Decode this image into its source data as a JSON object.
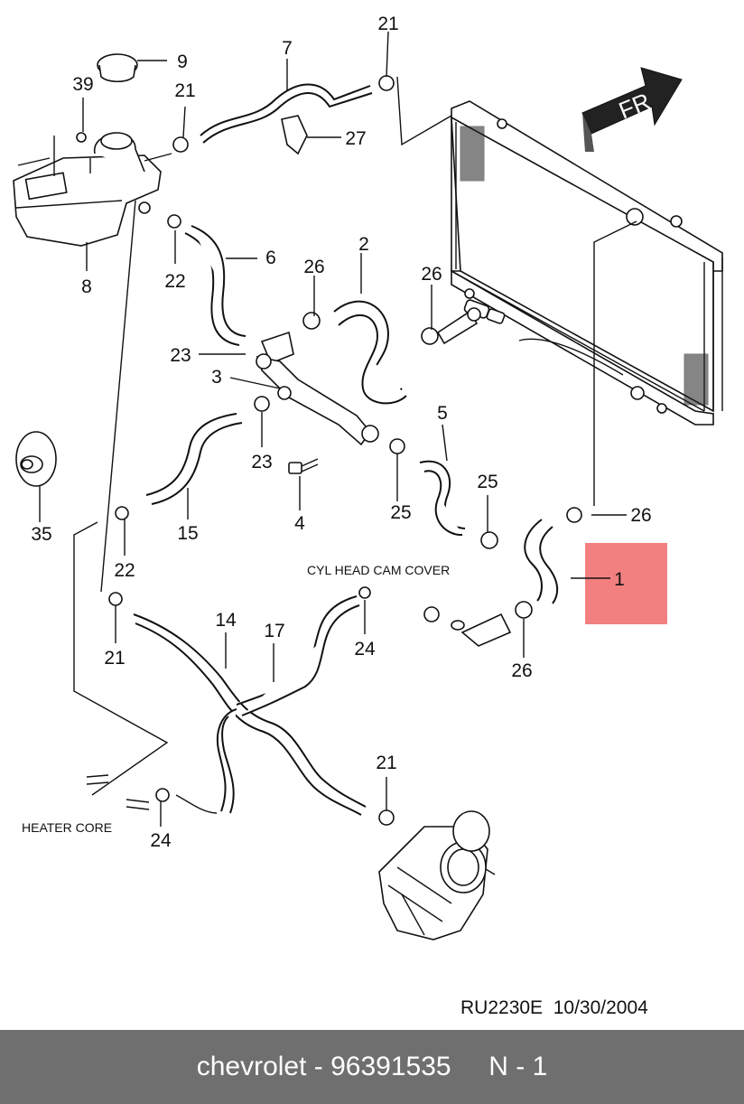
{
  "callouts": {
    "c9": "9",
    "c39": "39",
    "c21a": "21",
    "c7": "7",
    "c21b": "21",
    "c27": "27",
    "c8": "8",
    "c22a": "22",
    "c6": "6",
    "c26a": "26",
    "c2": "2",
    "c26b": "26",
    "c23a": "23",
    "c3": "3",
    "c5": "5",
    "c23b": "23",
    "c4": "4",
    "c25a": "25",
    "c25b": "25",
    "c35": "35",
    "c15": "15",
    "c22b": "22",
    "c26c": "26",
    "c1": "1",
    "c26d": "26",
    "c14": "14",
    "c17": "17",
    "c24a": "24",
    "c21c": "21",
    "c21d": "21",
    "c24b": "24"
  },
  "notes": {
    "fr": "FR",
    "cam_cover": "CYL HEAD CAM COVER",
    "heater_core": "HEATER  CORE",
    "drawing_ref": "RU2230E  10/30/2004"
  },
  "highlight": {
    "color": "#f28080",
    "part": "1"
  },
  "footer": {
    "brand": "chevrolet",
    "separator": " - ",
    "part_number": "96391535",
    "position": "N - 1"
  }
}
